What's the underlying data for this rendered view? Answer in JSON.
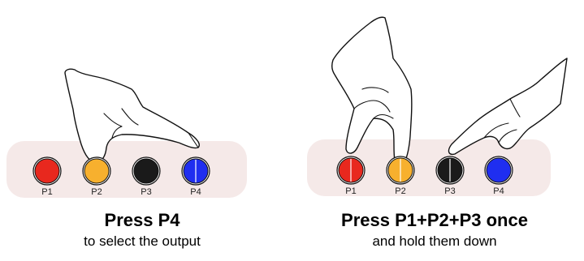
{
  "panels": [
    {
      "title": "Press P4",
      "subtitle": "to select the output",
      "buttons": [
        {
          "label": "P1",
          "color": "#e8281e",
          "pressed": false
        },
        {
          "label": "P2",
          "color": "#f7b02e",
          "pressed": false
        },
        {
          "label": "P3",
          "color": "#1a1a1a",
          "pressed": false
        },
        {
          "label": "P4",
          "color": "#1f2ef0",
          "pressed": true
        }
      ]
    },
    {
      "title": "Press P1+P2+P3 once",
      "subtitle": "and hold them down",
      "buttons": [
        {
          "label": "P1",
          "color": "#e8281e",
          "pressed": true
        },
        {
          "label": "P2",
          "color": "#f7b02e",
          "pressed": true
        },
        {
          "label": "P3",
          "color": "#1a1a1a",
          "pressed": true
        },
        {
          "label": "P4",
          "color": "#1f2ef0",
          "pressed": false
        }
      ]
    }
  ],
  "colors": {
    "panel_background": "#f5e9e8",
    "outline": "#111111"
  }
}
